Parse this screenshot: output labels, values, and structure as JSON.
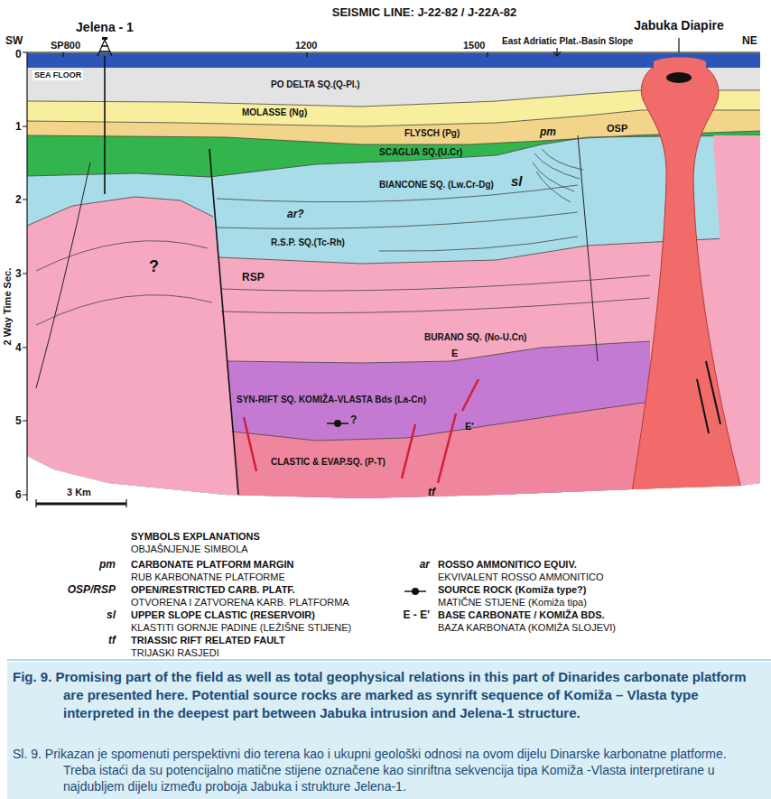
{
  "diagram": {
    "title": "SEISMIC LINE: J-22-82 / J-22A-82",
    "caption": "Fig. 9. Promising part of the field as well as total geophysical relations in this part of Dinarides carbonate platform are presented here. Potential source rocks are marked as synrift sequence of Komiža – Vlasta type interpreted in the deepest part between Jabuka intrusion and Jelena-1 structure.",
    "labels": [
      "SW",
      "SP800",
      "Jelena - 1",
      "1200",
      "1500",
      "East Adriatic Plat.-Basin Slope",
      "Jabuka Diapire",
      "NE",
      "0",
      "1",
      "2",
      "3",
      "4",
      "5",
      "6",
      "2 Way Time Sec.",
      "SEA FLOOR",
      "PO DELTA SQ.(Q-Pl.)",
      "MOLASSE (Ng)",
      "FLYSCH (Pg)",
      "SCAGLIA SQ.(U.Cr)",
      "BIANCONE SQ. (Lw.Cr-Dg)",
      "pm",
      "OSP",
      "sl",
      "ar?",
      "R.S.P. SQ.(Tc-Rh)",
      "?",
      "RSP",
      "BURANO SQ. (No-U.Cn)",
      "E",
      "SYN-RIFT SQ. KOMIŽA-VLASTA Bds (La-Cn)",
      "?",
      "E'",
      "CLASTIC & EVAP.SQ. (P-T)",
      "tf",
      "3 Km",
      "SYMBOLS EXPLANATIONS",
      "OBJAŠNJENJE SIMBOLA",
      "pm",
      "OSP/RSP",
      "sl",
      "tf",
      "ar",
      "E - E'",
      "Sl. 9. Prikazan je spomenuti perspektivni dio terena kao i ukupni geološki odnosi na ovom dijelu Dinarske karbonatne platforme. Treba istaći da su potencijalno matične stijene označene kao sinriftna sekvencija tipa Komiža -Vlasta interpretirane u najdubljem dijelu između proboja Jabuka i strukture Jelena-1."
    ],
    "legend": [
      {
        "text": "CARBONATE PLATFORM MARGIN"
      },
      {
        "text": "RUB KARBONATNE PLATFORME"
      },
      {
        "text": "OPEN/RESTRICTED CARB. PLATF."
      },
      {
        "text": "OTVORENA I ZATVORENA KARB. PLATFORMA"
      },
      {
        "text": "UPPER SLOPE CLASTIC (RESERVOIR)"
      },
      {
        "text": "KLASTITI GORNJE PADINE (LEŽIŠNE STIJENE)"
      },
      {
        "text": "TRIASSIC RIFT RELATED FAULT"
      },
      {
        "text": "TRIJASKI RASJEDI"
      },
      {
        "text": "ROSSO AMMONITICO EQUIV."
      },
      {
        "text": "EKVIVALENT ROSSO AMMONITICO"
      },
      {
        "text": "SOURCE ROCK (Komiža type?)"
      },
      {
        "text": "MATIČNE STIJENE (Komiža tipa)"
      },
      {
        "text": "BASE CARBONATE / KOMIŽA BDS."
      },
      {
        "text": "BAZA KARBONATA (KOMIŽA SLOJEVI)"
      }
    ]
  }
}
